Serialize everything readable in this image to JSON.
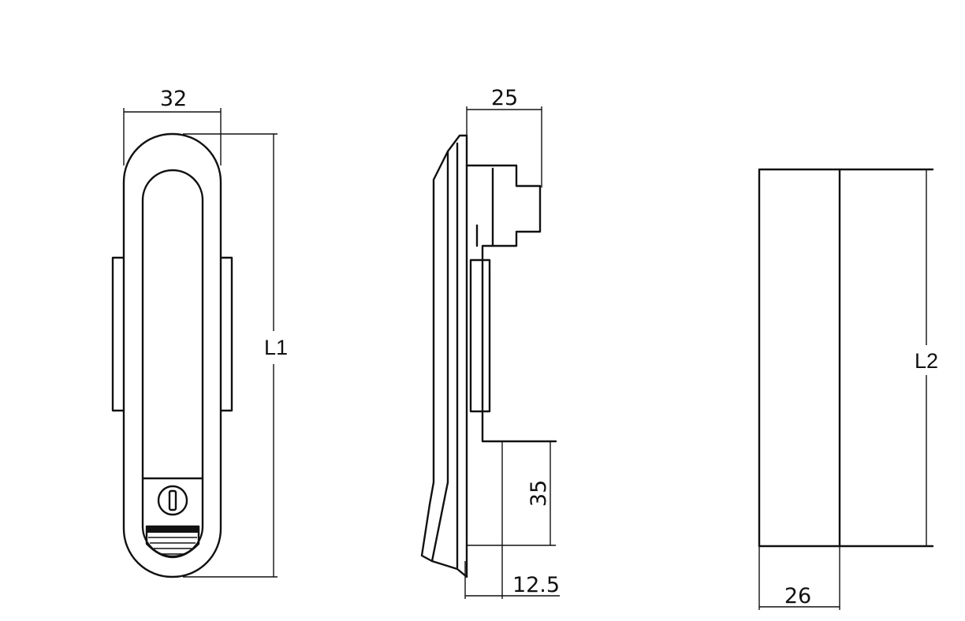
{
  "front_view": {
    "width_dim": "32",
    "height_label": "L1"
  },
  "side_view": {
    "depth_dim": "25",
    "lower_dim": "35",
    "thickness_dim": "12.5"
  },
  "cutout_view": {
    "height_label": "L2",
    "width_dim": "26"
  }
}
